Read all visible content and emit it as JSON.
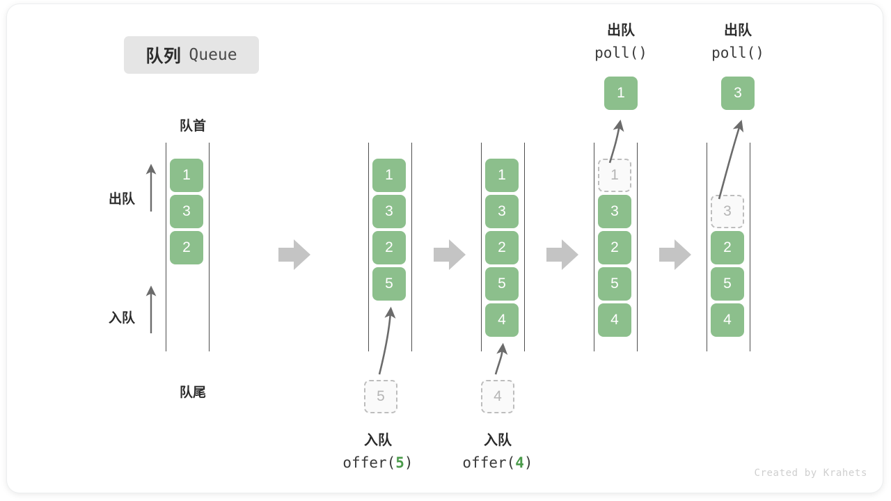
{
  "title": {
    "cn": "队列",
    "en": "Queue"
  },
  "labels": {
    "head": "队首",
    "tail": "队尾",
    "dequeue": "出队",
    "enqueue": "入队"
  },
  "watermark": "Created by Krahets",
  "colors": {
    "cell_fill": "#8cbf8c",
    "cell_text": "#ffffff",
    "ghost_border": "#bdbdbd",
    "ghost_text": "#b5b5b5",
    "rail": "#4d4d4d",
    "step_arrow": "#c4c4c4",
    "accent_green": "#4a9a4a",
    "badge_bg": "#e5e5e5"
  },
  "steps": [
    {
      "id": "state-initial",
      "cells": [
        "1",
        "3",
        "2"
      ],
      "ghost_top": null,
      "ghost_bottom": null,
      "op_top": null,
      "op_bottom": null
    },
    {
      "id": "state-after-offer-5",
      "cells": [
        "1",
        "3",
        "2",
        "5"
      ],
      "ghost_top": null,
      "ghost_bottom": "5",
      "op_top": null,
      "op_bottom": {
        "cn": "入队",
        "code_prefix": "offer(",
        "code_num": "5",
        "code_suffix": ")"
      }
    },
    {
      "id": "state-after-offer-4",
      "cells": [
        "1",
        "3",
        "2",
        "5",
        "4"
      ],
      "ghost_top": null,
      "ghost_bottom": "4",
      "op_top": null,
      "op_bottom": {
        "cn": "入队",
        "code_prefix": "offer(",
        "code_num": "4",
        "code_suffix": ")"
      }
    },
    {
      "id": "state-after-poll-1",
      "cells": [
        "3",
        "2",
        "5",
        "4"
      ],
      "ghost_top": "1",
      "ghost_bottom": null,
      "op_top": {
        "cn": "出队",
        "code": "poll()",
        "popped": "1"
      },
      "op_bottom": null
    },
    {
      "id": "state-after-poll-3",
      "cells": [
        "2",
        "5",
        "4"
      ],
      "ghost_top": "3",
      "ghost_bottom": null,
      "op_top": {
        "cn": "出队",
        "code": "poll()",
        "popped": "3"
      },
      "op_bottom": null
    }
  ],
  "step_arrow_icon": "right-block-arrow"
}
